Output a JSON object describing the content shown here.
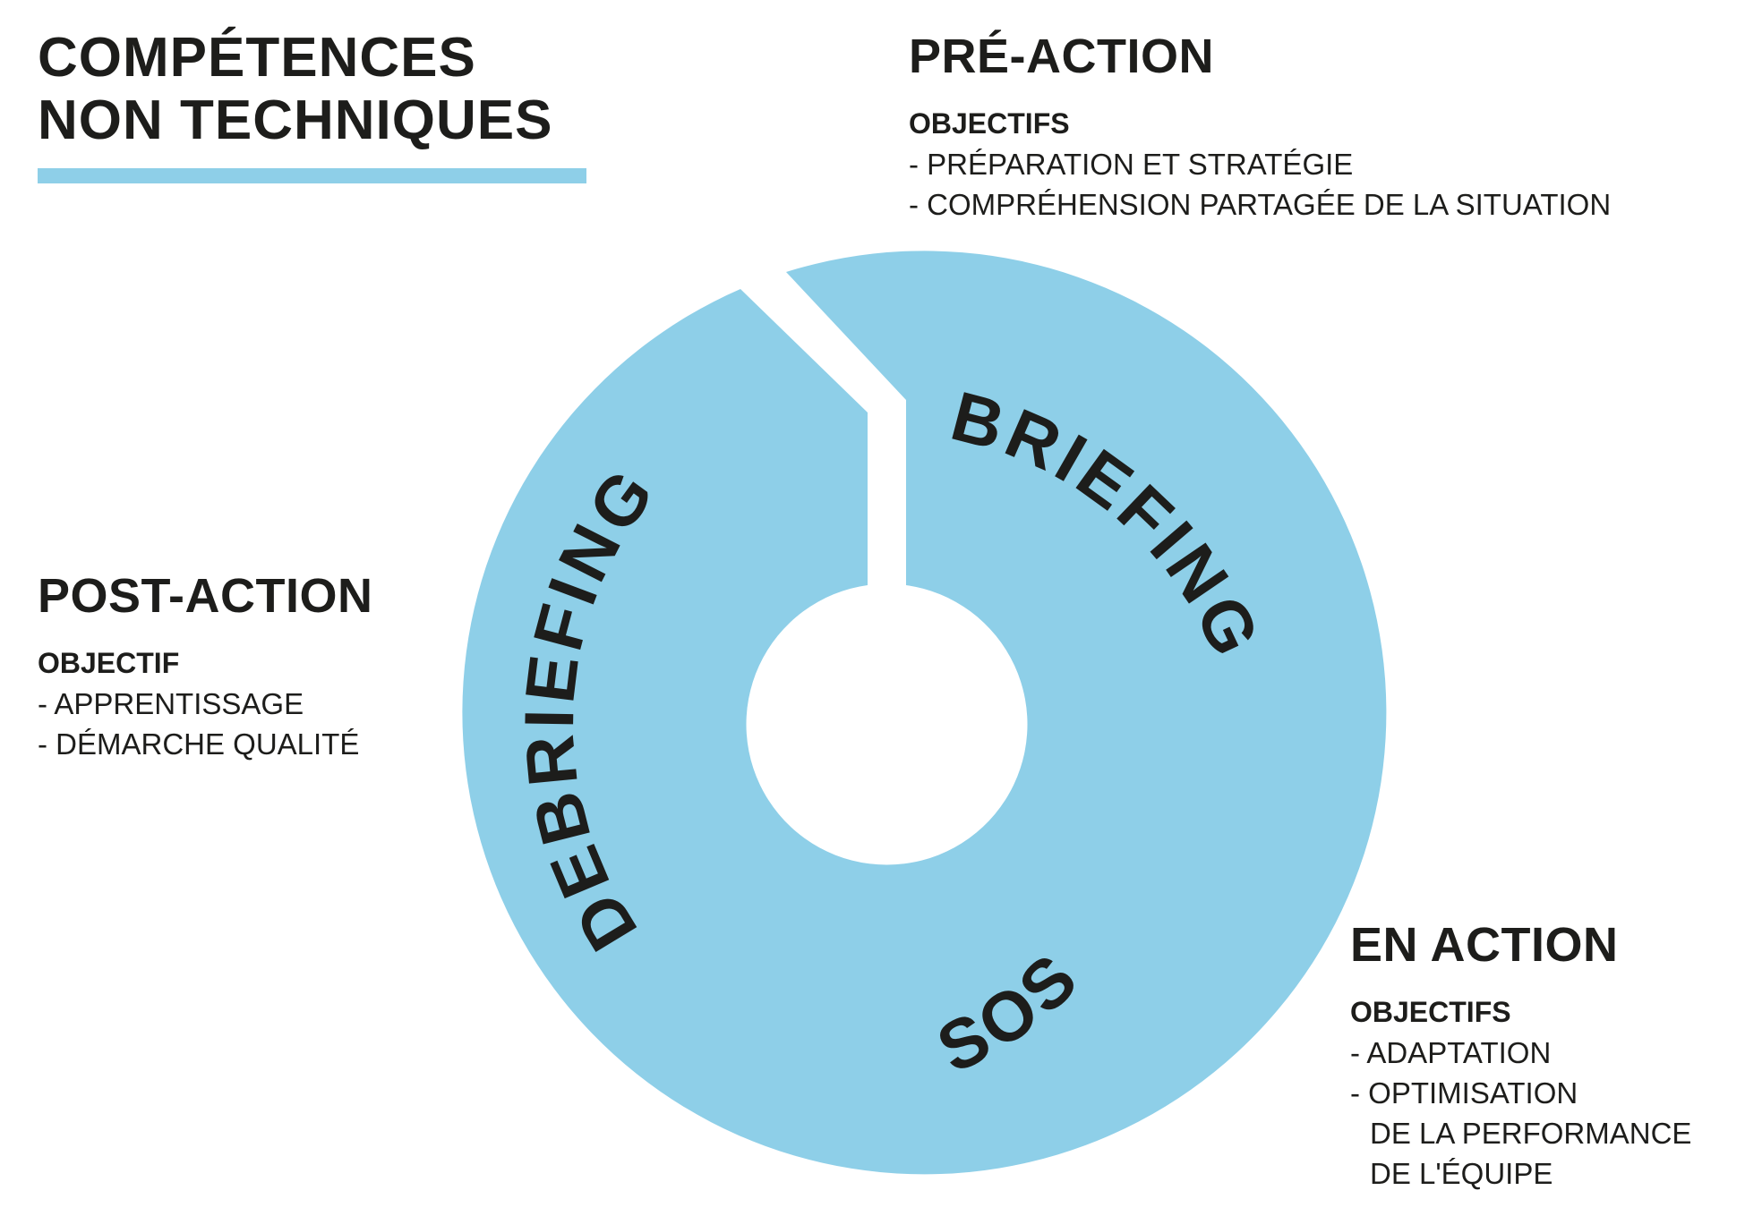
{
  "title": {
    "line1": "COMPÉTENCES",
    "line2": "NON TECHNIQUES"
  },
  "colors": {
    "ring": "#8ecfe8",
    "text": "#1d1d1b",
    "background": "#ffffff"
  },
  "cycle": {
    "labels": {
      "briefing": "BRIEFING",
      "sos": "SOS",
      "debriefing": "DEBRIEFING"
    }
  },
  "phases": {
    "pre": {
      "heading": "PRÉ-ACTION",
      "sub": "OBJECTIFS",
      "items": [
        "- PRÉPARATION ET STRATÉGIE",
        "- COMPRÉHENSION PARTAGÉE DE LA SITUATION"
      ]
    },
    "post": {
      "heading": "POST-ACTION",
      "sub": "OBJECTIF",
      "items": [
        "- APPRENTISSAGE",
        "- DÉMARCHE QUALITÉ"
      ]
    },
    "en": {
      "heading": "EN ACTION",
      "sub": "OBJECTIFS",
      "items": [
        "- ADAPTATION",
        "- OPTIMISATION",
        "DE LA PERFORMANCE",
        "DE L'ÉQUIPE"
      ]
    }
  }
}
